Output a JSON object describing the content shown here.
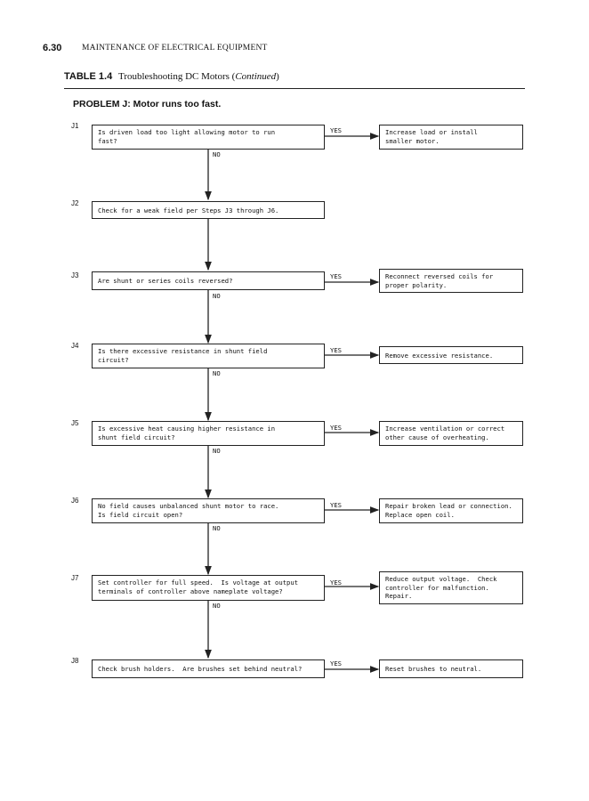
{
  "header": {
    "page_number": "6.30",
    "section_title": "MAINTENANCE OF ELECTRICAL EQUIPMENT"
  },
  "table": {
    "label": "TABLE 1.4",
    "title": "Troubleshooting DC Motors (",
    "title_italic": "Continued",
    "title_close": ")"
  },
  "problem": "PROBLEM J: Motor runs too fast.",
  "yes_label": "YES",
  "no_label": "NO",
  "steps": [
    {
      "id": "J1",
      "question": "Is driven load too light allowing motor to run\nfast?",
      "action": "Increase load or install\nsmaller motor."
    },
    {
      "id": "J2",
      "question": "Check for a weak field per Steps J3 through J6.",
      "action": ""
    },
    {
      "id": "J3",
      "question": "Are shunt or series coils reversed?",
      "action": "Reconnect reversed coils for\nproper polarity."
    },
    {
      "id": "J4",
      "question": "Is there excessive resistance in shunt field\ncircuit?",
      "action": "Remove excessive resistance."
    },
    {
      "id": "J5",
      "question": "Is excessive heat causing higher resistance in\nshunt field circuit?",
      "action": "Increase ventilation or correct\nother cause of overheating."
    },
    {
      "id": "J6",
      "question": "No field causes unbalanced shunt motor to race.\nIs field circuit open?",
      "action": "Repair broken lead or connection.\nReplace open coil."
    },
    {
      "id": "J7",
      "question": "Set controller for full speed.  Is voltage at output\nterminals of controller above nameplate voltage?",
      "action": "Reduce output voltage.  Check\ncontroller for malfunction.\nRepair."
    },
    {
      "id": "J8",
      "question": "Check brush holders.  Are brushes set behind neutral?",
      "action": "Reset brushes to neutral."
    }
  ]
}
